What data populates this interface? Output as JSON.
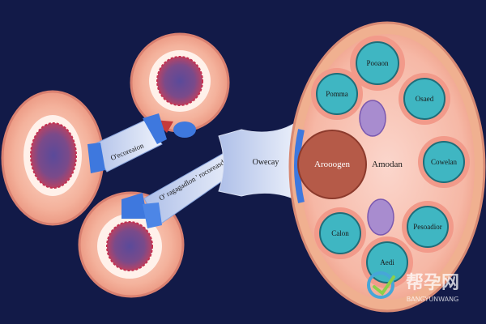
{
  "diagram": {
    "arrow_upper_label": "O'ecoreaion",
    "arrow_lower_label": "O' ragagadlon ' rocoreasd",
    "funnel_label": "Owecay",
    "center_label": "Arooogen",
    "right_label": "Amodan",
    "cells": {
      "top": "Pooaon",
      "top_left": "Pomma",
      "top_right": "Osaed",
      "right": "Cowelan",
      "bottom_right": "Pesoadior",
      "bottom_left": "Calon",
      "bottom": "Aedi"
    }
  },
  "watermark": {
    "text_cn": "帮孕网",
    "text_en": "BANGYUNWANG"
  },
  "colors": {
    "background": "#121a48",
    "tissue_pink": "#f1a58f",
    "cell_teal": "#3fb6c2",
    "nucleus_red": "#b55a48",
    "connector_blue": "#3e78de",
    "arrow_fill": "#dfe6f6"
  }
}
